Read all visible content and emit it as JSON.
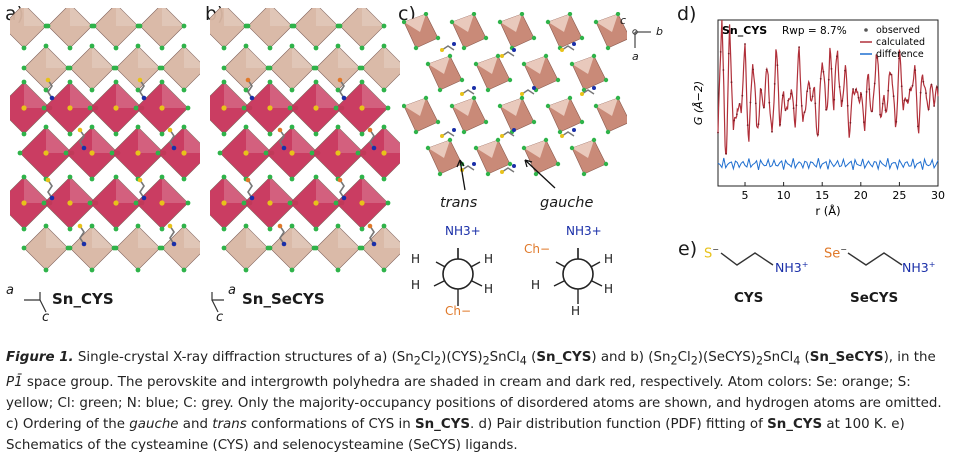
{
  "panels": {
    "a": {
      "letter": "a)",
      "label": "Sn_CYS",
      "axis1": "a",
      "axis2": "c"
    },
    "b": {
      "letter": "b)",
      "label": "Sn_SeCYS",
      "axis1": "a",
      "axis2": "c"
    },
    "c": {
      "letter": "c)",
      "axis_c": "c",
      "axis_b": "b",
      "axis_a": "a",
      "trans_label": "trans",
      "gauche_label": "gauche",
      "newman_trans": {
        "top": "NH3+",
        "bottom": "Ch−",
        "h1": "H",
        "h2": "H",
        "h3": "H",
        "h4": "H"
      },
      "newman_gauche": {
        "top": "NH3+",
        "left": "Ch−",
        "h1": "H",
        "h2": "H",
        "h3": "H",
        "h4": "H"
      }
    },
    "d": {
      "letter": "d)"
    },
    "e": {
      "letter": "e)",
      "cys_name": "CYS",
      "secys_name": "SeCYS",
      "s_atom": "S",
      "se_atom": "Se",
      "nh3": "NH3"
    }
  },
  "colors": {
    "octa_red": "#c8335a",
    "octa_cream": "#d9b7a4",
    "green": "#2fb34a",
    "yellow": "#e8c21a",
    "blue": "#1a2fa8",
    "orange": "#e0792a",
    "calc_red": "#b0303a",
    "diff_blue": "#1f6fd0"
  },
  "chart_data": {
    "type": "line",
    "title": "Sn_CYS",
    "annotation": "Rwp = 8.7%",
    "xlabel": "r (Å)",
    "ylabel": "G (Å−2)",
    "xlim": [
      1.5,
      30
    ],
    "xticks": [
      5,
      10,
      15,
      20,
      25,
      30
    ],
    "legend": [
      "observed",
      "calculated",
      "difference"
    ],
    "legend_position": "top-right",
    "series": [
      {
        "name": "observed",
        "x": [
          1.5,
          2.0,
          2.5,
          3.0,
          3.5,
          4.0,
          4.5,
          5.0,
          5.5,
          6.0,
          6.5,
          7.0,
          7.5,
          8.0,
          8.5,
          9.0,
          9.5,
          10.0,
          10.5,
          11.0,
          11.5,
          12.0,
          12.5,
          13.0,
          13.5,
          14.0,
          14.5,
          15.0,
          15.5,
          16.0,
          16.5,
          17.0,
          17.5,
          18.0,
          18.5,
          19.0,
          19.5,
          20.0,
          20.5,
          21.0,
          21.5,
          22.0,
          22.5,
          23.0,
          23.5,
          24.0,
          24.5,
          25.0,
          25.5,
          26.0,
          26.5,
          27.0,
          27.5,
          28.0,
          28.5,
          29.0,
          29.5,
          30.0
        ],
        "y": [
          0.2,
          0.98,
          0.1,
          0.9,
          0.2,
          0.55,
          0.35,
          0.75,
          0.3,
          0.7,
          0.25,
          0.6,
          0.4,
          0.65,
          0.3,
          0.72,
          0.35,
          0.6,
          0.28,
          0.58,
          0.4,
          0.7,
          0.33,
          0.62,
          0.4,
          0.55,
          0.3,
          0.68,
          0.45,
          0.8,
          0.35,
          0.9,
          0.4,
          0.6,
          0.35,
          0.55,
          0.4,
          0.62,
          0.3,
          0.55,
          0.45,
          0.78,
          0.35,
          0.55,
          0.42,
          0.65,
          0.38,
          0.7,
          0.4,
          0.6,
          0.43,
          0.66,
          0.38,
          0.58,
          0.44,
          0.62,
          0.4,
          0.5
        ]
      },
      {
        "name": "difference",
        "x": [
          1.5,
          30
        ],
        "y": [
          0.05,
          0.05
        ]
      }
    ]
  },
  "caption": {
    "fig": "Figure 1.",
    "p1": " Single-crystal X-ray diffraction structures of a) (Sn",
    "sub2a": "2",
    "p2": "Cl",
    "sub2b": "2",
    "p3": ")(CYS)",
    "sub2c": "2",
    "p4": "SnCl",
    "sub4a": "4",
    "p5": " (",
    "b1": "Sn_CYS",
    "p6": ") and b) (Sn",
    "sub2d": "2",
    "p7": "Cl",
    "sub2e": "2",
    "p8": ")(SeCYS)",
    "sub2f": "2",
    "p9": "SnCl",
    "sub4b": "4",
    "p10": " (",
    "b2": "Sn_SeCYS",
    "p11": "), in the ",
    "spacegroup": "P1̄",
    "p12": " space group. The perovskite and intergrowth polyhedra are shaded in cream and dark red, respectively. Atom colors: Se: orange; S: yellow; Cl: green; N: blue; C: grey. Only the majority-occupancy positions of disordered atoms are shown, and hydrogen atoms are omitted. c) Ordering of the ",
    "i1": "gauche",
    "p13": " and ",
    "i2": "trans",
    "p14": " conformations of CYS in ",
    "b3": "Sn_CYS",
    "p15": ". d) Pair distribution function (PDF) fitting of ",
    "b4": "Sn_CYS",
    "p16": " at 100 K. e) Schematics of the cysteamine (CYS) and selenocysteamine (SeCYS) ligands."
  }
}
